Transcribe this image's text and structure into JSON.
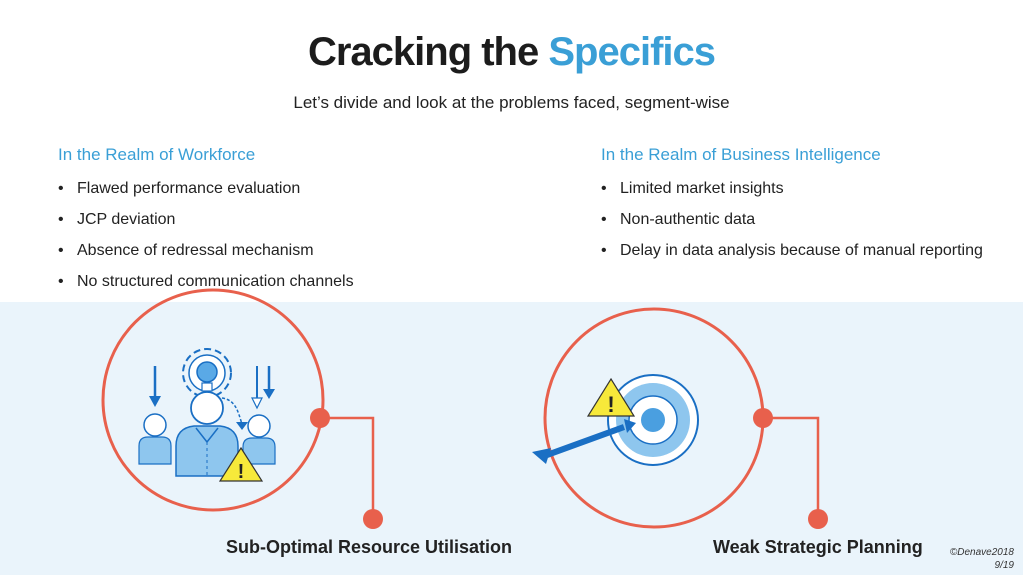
{
  "title": {
    "main": "Cracking the",
    "accent": "Specifics"
  },
  "subtitle": "Let’s divide and look at the problems faced, segment-wise",
  "workforce": {
    "heading": "In the Realm of Workforce",
    "items": [
      "Flawed performance evaluation",
      "JCP deviation",
      "Absence of redressal mechanism",
      "No structured communication channels"
    ]
  },
  "business": {
    "heading": "In the Realm of Business Intelligence",
    "items": [
      "Limited market insights",
      "Non-authentic data",
      "Delay in data analysis because of manual reporting"
    ]
  },
  "captions": {
    "left": "Sub-Optimal Resource Utilisation",
    "right": "Weak Strategic Planning"
  },
  "warning_mark": "!",
  "footer": {
    "copyright": "©Denave2018",
    "page": "9/19"
  },
  "colors": {
    "accent": "#3a9fd6",
    "ring": "#e8604c",
    "band": "#eaf4fb",
    "icon_blue": "#1a6fc4",
    "warning": "#f7e93a"
  },
  "icons": [
    "person-group-icon",
    "lightbulb-gear-icon",
    "down-arrow-icon",
    "warning-icon",
    "target-icon",
    "dart-arrow-icon"
  ]
}
